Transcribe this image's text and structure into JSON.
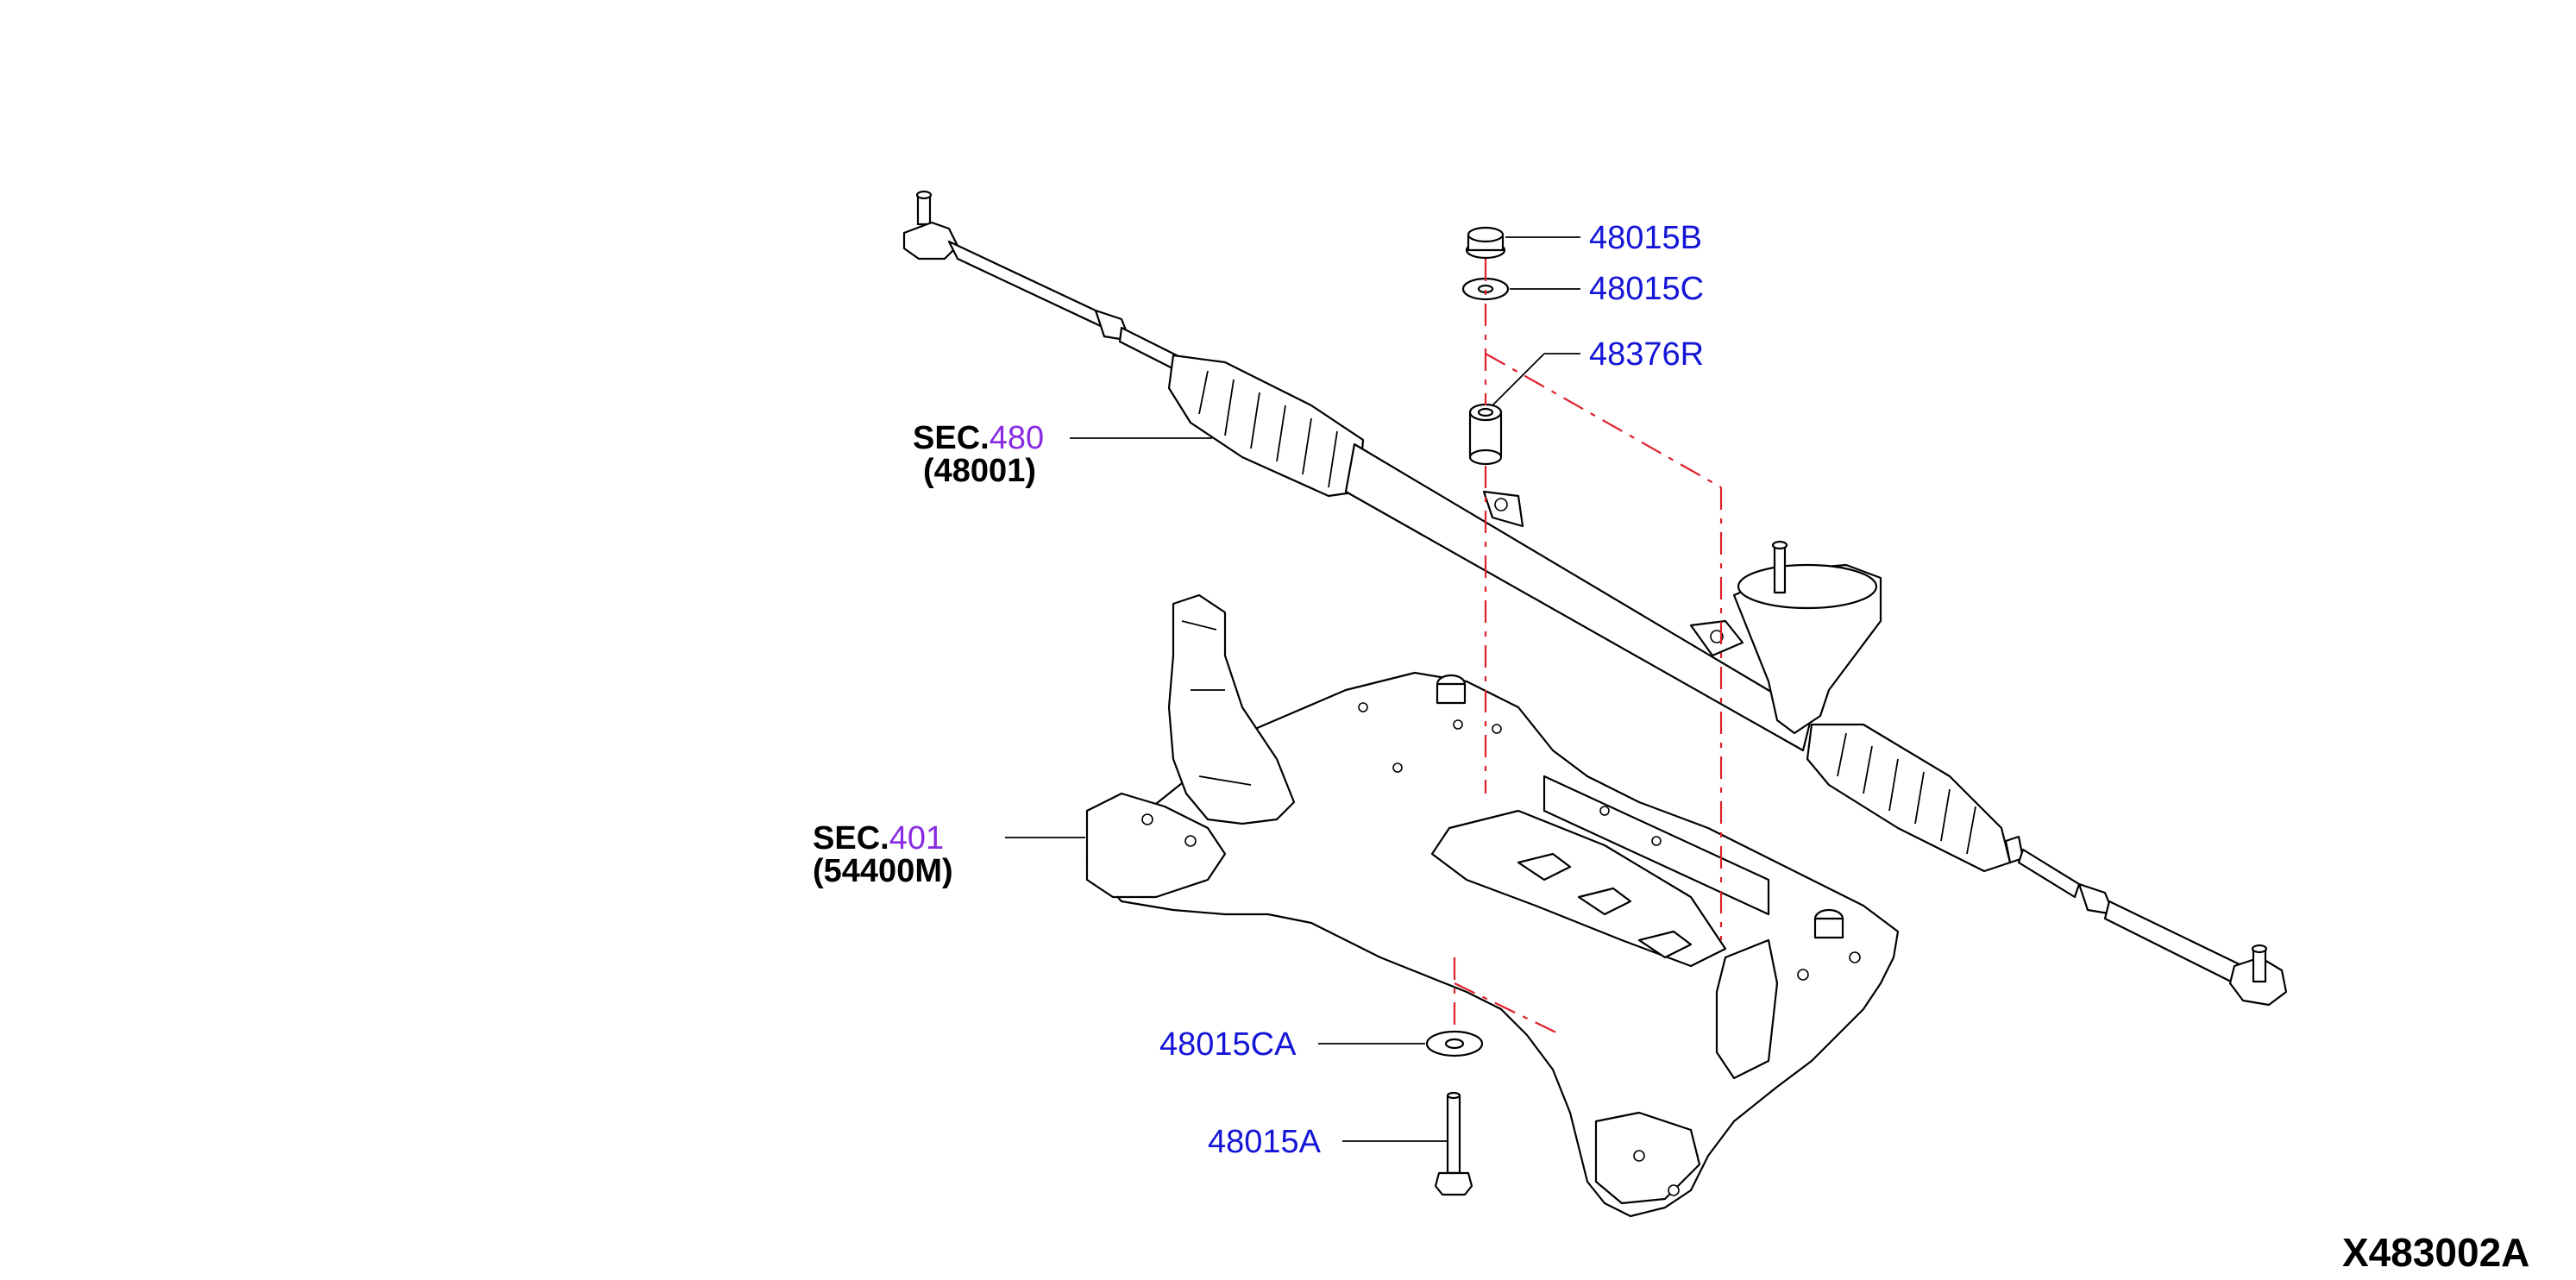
{
  "colors": {
    "part_number": "#1515d8",
    "section_number": "#8a2be2",
    "section_text": "#000000",
    "phantom_line": "#e0202a"
  },
  "callouts": {
    "nut_48015B": "48015B",
    "washer_48015C": "48015C",
    "bushing_48376R": "48376R",
    "washer_48015CA": "48015CA",
    "bolt_48015A": "48015A"
  },
  "sections": {
    "steering_gear": {
      "prefix": "SEC.",
      "number": "480",
      "part": "(48001)"
    },
    "crossmember": {
      "prefix": "SEC.",
      "number": "401",
      "part": "(54400M)"
    }
  },
  "diagram_code": "X483002A"
}
